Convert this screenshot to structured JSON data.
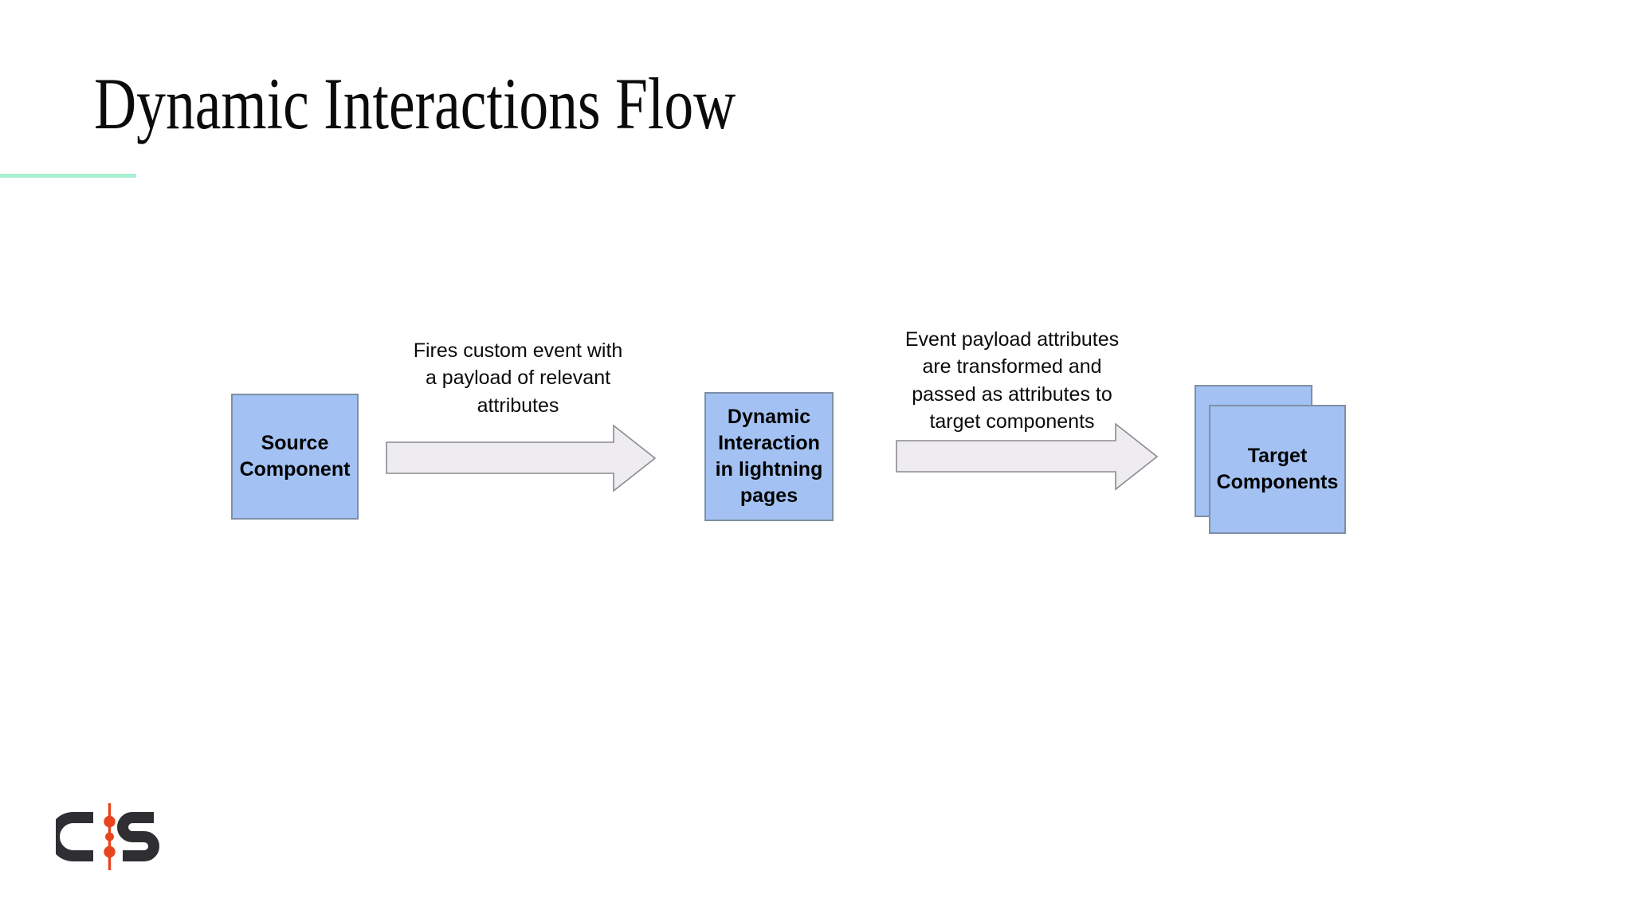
{
  "slide": {
    "title": "Dynamic Interactions Flow",
    "accent_color": "#a8f0d2",
    "background_color": "#ffffff"
  },
  "diagram": {
    "node_fill_color": "#a3c2f3",
    "node_border_color": "#7f8fa4",
    "arrow_fill_color": "#eeecef",
    "arrow_border_color": "#8a8a92",
    "nodes": [
      {
        "id": "source",
        "label": "Source\nComponent",
        "label_lines": [
          "Source",
          "Component"
        ]
      },
      {
        "id": "dynamic",
        "label": "Dynamic Interaction in lightning pages",
        "label_lines": [
          "Dynamic",
          "Interaction",
          "in lightning",
          "pages"
        ]
      },
      {
        "id": "target",
        "label": "Target Components",
        "label_lines": [
          "Target",
          "Components"
        ]
      }
    ],
    "arrows": [
      {
        "id": "arrow-source-to-dynamic",
        "label": "Fires custom event with a payload of relevant attributes",
        "label_lines": [
          "Fires custom event with",
          "a payload of relevant",
          "attributes"
        ]
      },
      {
        "id": "arrow-dynamic-to-target",
        "label": "Event payload attributes are transformed and passed as attributes to target components",
        "label_lines": [
          "Event payload attributes",
          "are transformed and",
          "passed as attributes to",
          "target components"
        ]
      }
    ]
  },
  "logo": {
    "text": "cs",
    "letter_color": "#2f2f33",
    "accent_color": "#e8441d"
  }
}
